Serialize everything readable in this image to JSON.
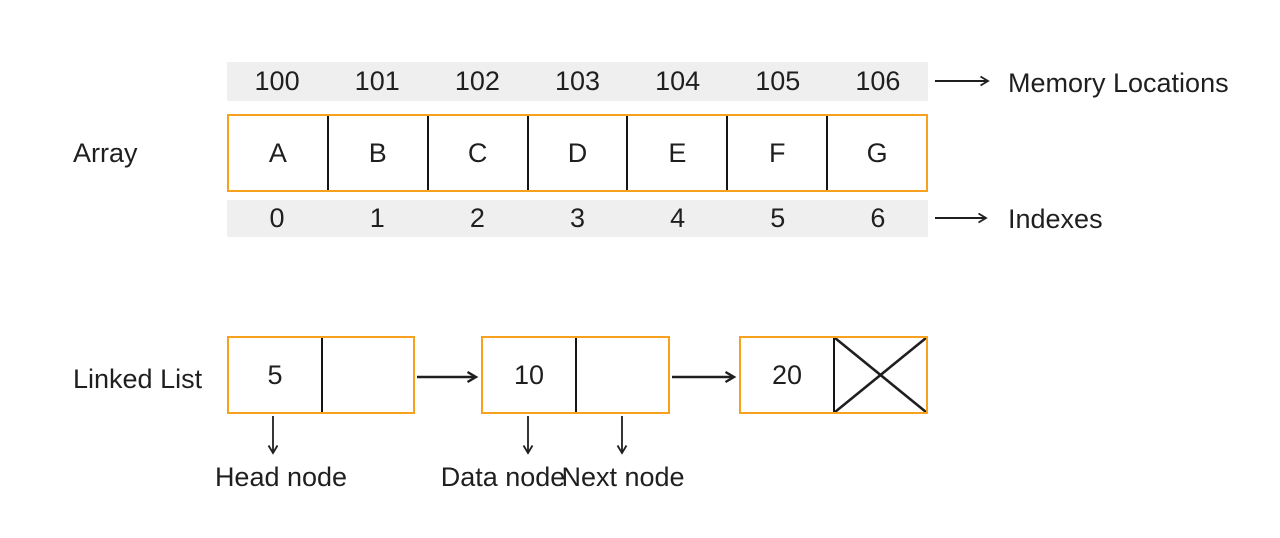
{
  "colors": {
    "accent_orange": "#F6A21E",
    "row_background_gray": "#EFEFEF",
    "line_black": "#1F1F1F",
    "canvas_background": "#FFFFFF"
  },
  "icons": {
    "memory_annotation_arrow": "arrow-right-icon",
    "index_annotation_arrow": "arrow-right-icon",
    "node_link_arrow": "arrow-right-icon",
    "callout_arrow": "arrow-down-icon",
    "null_terminator": "crossed-box-icon"
  },
  "array_section": {
    "label": "Array",
    "memory_row": {
      "annotation": "Memory Locations",
      "values": [
        "100",
        "101",
        "102",
        "103",
        "104",
        "105",
        "106"
      ]
    },
    "element_values": [
      "A",
      "B",
      "C",
      "D",
      "E",
      "F",
      "G"
    ],
    "index_row": {
      "annotation": "Indexes",
      "values": [
        "0",
        "1",
        "2",
        "3",
        "4",
        "5",
        "6"
      ]
    }
  },
  "linked_list_section": {
    "label": "Linked List",
    "nodes": [
      {
        "data": "5"
      },
      {
        "data": "10"
      },
      {
        "data": "20"
      }
    ],
    "callouts": {
      "head": "Head node",
      "data": "Data node",
      "next": "Next node"
    }
  }
}
